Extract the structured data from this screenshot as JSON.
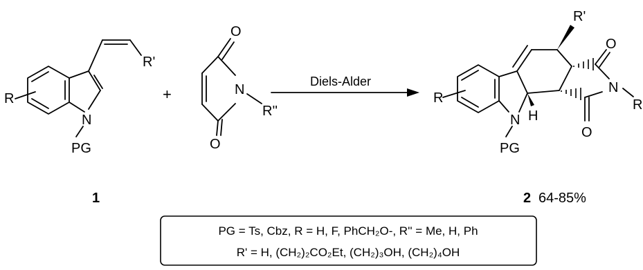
{
  "reaction": {
    "arrow_label": "Diels-Alder",
    "plus": "+"
  },
  "compound1": {
    "number": "1",
    "labels": {
      "R": "R",
      "N": "N",
      "PG": "PG",
      "Rp": "R'"
    }
  },
  "maleimide": {
    "labels": {
      "O_top": "O",
      "O_bottom": "O",
      "N": "N",
      "Rpp": "R''"
    }
  },
  "compound2": {
    "number": "2",
    "yield": "64-85%",
    "labels": {
      "R": "R",
      "N": "N",
      "PG": "PG",
      "H": "H",
      "Rp": "R'",
      "O_top": "O",
      "O_bottom": "O",
      "N_imide": "N",
      "R_imide": "R"
    }
  },
  "legend": {
    "line1": "PG = Ts, Cbz,  R = H, F, PhCH₂O-,  R'' = Me, H, Ph",
    "line2": "R' = H, (CH₂)₂CO₂Et,  (CH₂)₃OH,  (CH₂)₄OH"
  }
}
